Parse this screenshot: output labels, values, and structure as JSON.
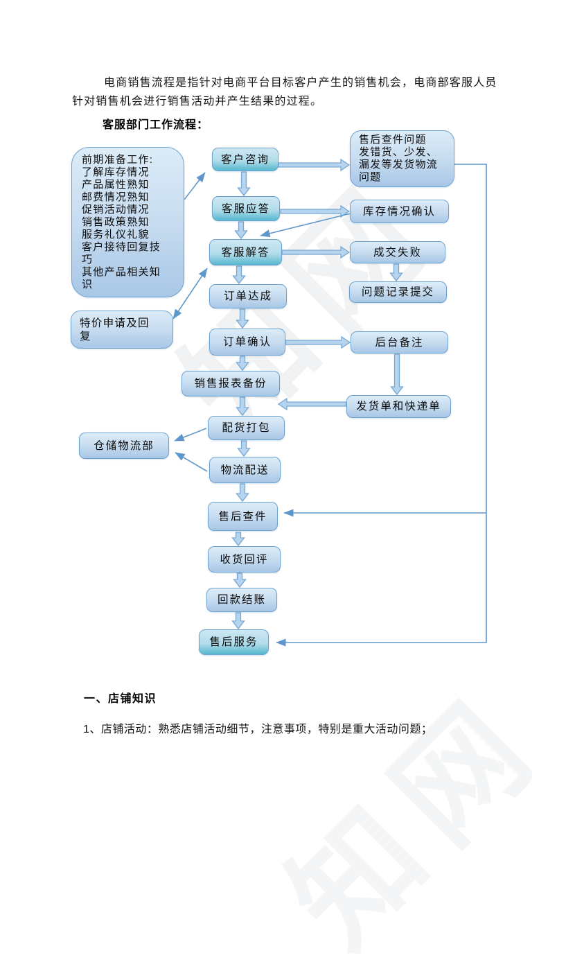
{
  "page": {
    "intro": "电商销售流程是指针对电商平台目标客户产生的销售机会，电商部客服人员\n针对销售机会进行销售活动并产生结果的过程。",
    "flow_heading": "客服部门工作流程：",
    "section_heading": "一、店铺知识",
    "section_item": "1、店铺活动：熟悉店铺活动细节，注意事项，特别是重大活动问题；"
  },
  "watermark": "知网",
  "colors": {
    "box_border": "#6fa3cf",
    "box_fill_top": "#dcecf8",
    "box_fill_bottom": "#a8c7e6",
    "teal_fill_bottom": "#55b7cd",
    "arrow": "#5f97ca"
  },
  "flowchart": {
    "nodes": {
      "prep": "前期准备工作:\n了解库存情况\n产品属性熟知\n邮费情况熟知\n促销活动情况\n销售政策熟知\n服务礼仪礼貌\n客户接待回复技\n巧\n其他产品相关知\n识",
      "inquiry": "客户咨询",
      "aftersale_issue": "售后查件问题\n发错货、少发、\n漏发等发货物流\n问题",
      "reply": "客服应答",
      "stock_confirm": "库存情况确认",
      "answer": "客服解答",
      "deal_fail": "成交失败",
      "problem_log": "问题记录提交",
      "order_done": "订单达成",
      "special_price": "特价申请及回\n复",
      "order_confirm": "订单确认",
      "backend_note": "后台备注",
      "sales_report": "销售报表备份",
      "shipping_list": "发货单和快递单",
      "packing": "配货打包",
      "warehouse": "仓储物流部",
      "logistics": "物流配送",
      "aftersale_check": "售后查件",
      "receipt_review": "收货回评",
      "payment_settle": "回款结账",
      "aftersale_service": "售后服务"
    }
  }
}
